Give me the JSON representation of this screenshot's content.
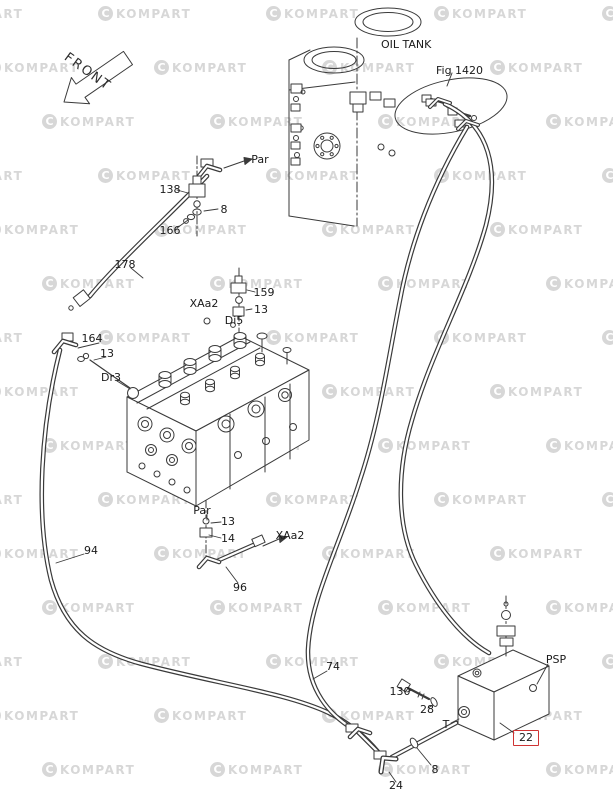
{
  "labels": {
    "front": "FRONT",
    "oil_tank": "OIL TANK",
    "fig_ref": "Fig 1420"
  },
  "watermark": {
    "logo_letter": "C",
    "text": "KOMPART",
    "color": "#d7d7d7"
  },
  "colors": {
    "line": "#3a3a3a",
    "highlight_box": "#cf3333",
    "background": "#ffffff"
  },
  "callouts": [
    {
      "id": "par-top",
      "label": "Par",
      "kind": "port"
    },
    {
      "id": "item-138",
      "label": "138",
      "kind": "part"
    },
    {
      "id": "item-8-top",
      "label": "8",
      "kind": "part"
    },
    {
      "id": "item-166",
      "label": "166",
      "kind": "part"
    },
    {
      "id": "item-178",
      "label": "178",
      "kind": "part"
    },
    {
      "id": "item-159",
      "label": "159",
      "kind": "part"
    },
    {
      "id": "item-13-a",
      "label": "13",
      "kind": "part"
    },
    {
      "id": "port-xaa2-top",
      "label": "XAa2",
      "kind": "port"
    },
    {
      "id": "port-di5",
      "label": "Di5",
      "kind": "port"
    },
    {
      "id": "item-164",
      "label": "164",
      "kind": "part"
    },
    {
      "id": "item-13-b",
      "label": "13",
      "kind": "part"
    },
    {
      "id": "port-dr3",
      "label": "Dr3",
      "kind": "port"
    },
    {
      "id": "item-94",
      "label": "94",
      "kind": "part"
    },
    {
      "id": "par-bottom",
      "label": "Par",
      "kind": "port"
    },
    {
      "id": "item-13-c",
      "label": "13",
      "kind": "part"
    },
    {
      "id": "item-14",
      "label": "14",
      "kind": "part"
    },
    {
      "id": "port-xaa2-bottom",
      "label": "XAa2",
      "kind": "port"
    },
    {
      "id": "item-96",
      "label": "96",
      "kind": "part"
    },
    {
      "id": "item-74",
      "label": "74",
      "kind": "part"
    },
    {
      "id": "item-130",
      "label": "130",
      "kind": "part"
    },
    {
      "id": "item-28",
      "label": "28",
      "kind": "part"
    },
    {
      "id": "port-t",
      "label": "T",
      "kind": "port"
    },
    {
      "id": "item-8-bottom",
      "label": "8",
      "kind": "part"
    },
    {
      "id": "item-24",
      "label": "24",
      "kind": "part"
    },
    {
      "id": "item-22",
      "label": "22",
      "kind": "part",
      "highlighted": true
    },
    {
      "id": "port-psp",
      "label": "PSP",
      "kind": "port"
    }
  ]
}
